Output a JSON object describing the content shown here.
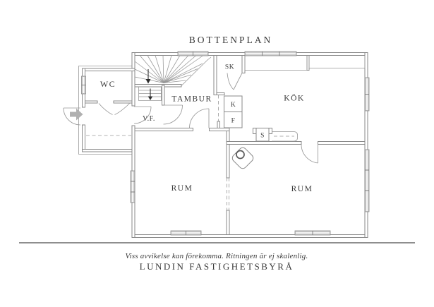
{
  "title": "BOTTENPLAN",
  "rooms": {
    "wc": "WC",
    "tambur": "TAMBUR",
    "vf": "V.F.",
    "sk": "SK",
    "kok": "KÖK",
    "kyl": "K",
    "frys": "F",
    "spis": "S",
    "rum_left": "RUM",
    "rum_right": "RUM"
  },
  "footer": {
    "disclaimer": "Viss avvikelse kan förekomma. Ritningen är ej skalenlig.",
    "brand": "LUNDIN FASTIGHETSBYRÅ"
  },
  "colors": {
    "wall_line": "#8a8a8a",
    "thin_line": "#979797",
    "text": "#3a3a3a",
    "window_fill": "#cdcdcd",
    "entry_arrow_fill": "#b0b0b0",
    "background": "#ffffff"
  }
}
